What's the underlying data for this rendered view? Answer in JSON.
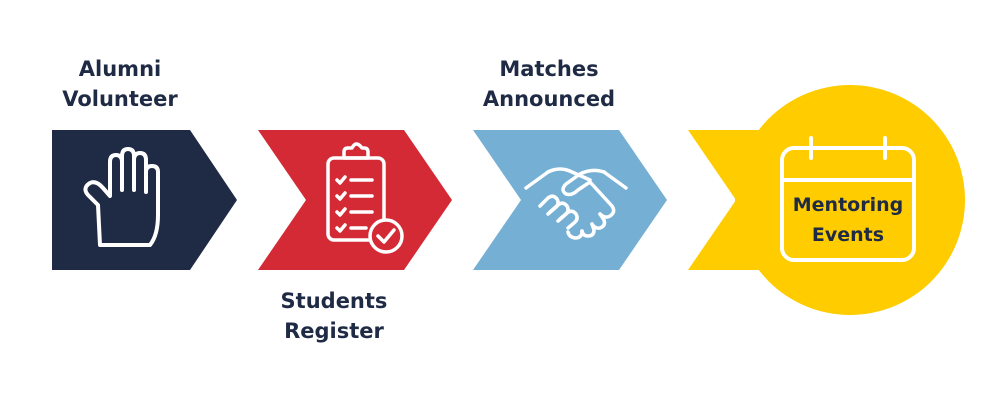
{
  "steps": [
    {
      "line1": "Alumni",
      "line2": "Volunteer",
      "color": "#1f2a44",
      "icon": "raised-hand-icon"
    },
    {
      "line1": "Students",
      "line2": "Register",
      "color": "#d42a35",
      "icon": "clipboard-checklist-icon"
    },
    {
      "line1": "Matches",
      "line2": "Announced",
      "color": "#75b0d4",
      "icon": "handshake-icon"
    },
    {
      "line1": "Mentoring",
      "line2": "Events",
      "color": "#ffcc00",
      "icon": "calendar-icon"
    }
  ]
}
